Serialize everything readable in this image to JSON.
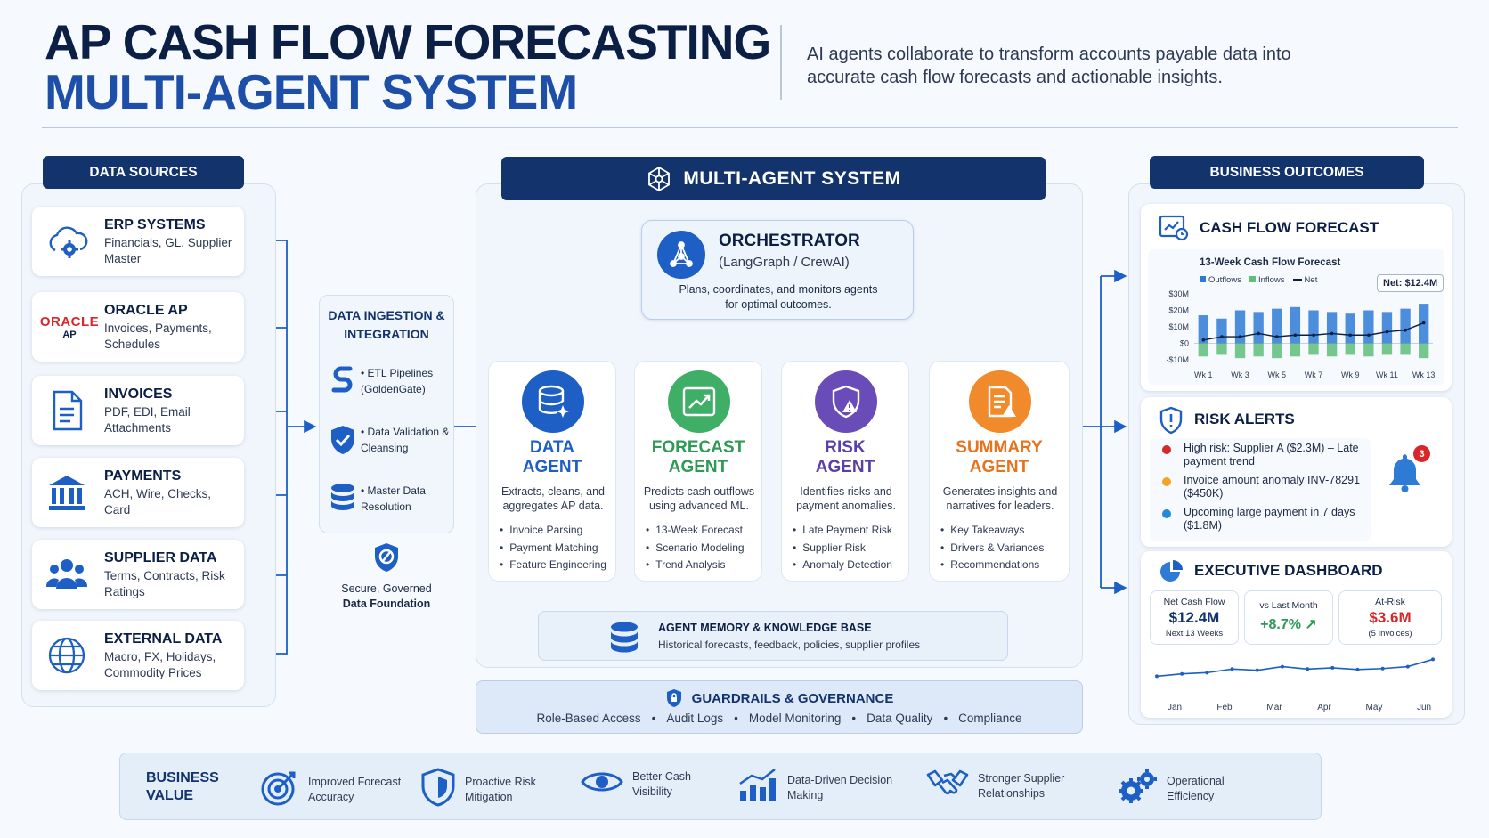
{
  "header": {
    "title_line1": "AP CASH FLOW FORECASTING",
    "title_line2": "MULTI-AGENT SYSTEM",
    "subtitle": "AI agents collaborate to transform accounts payable data into accurate cash flow forecasts and actionable insights."
  },
  "data_sources": {
    "title": "DATA SOURCES",
    "items": [
      {
        "title": "ERP SYSTEMS",
        "desc": "Financials, GL, Supplier Master",
        "icon": "cloud-gear-icon"
      },
      {
        "title": "ORACLE AP",
        "desc": "Invoices, Payments, Schedules",
        "icon": "oracle-logo",
        "logo_text": "ORACLE",
        "logo_sub": "AP"
      },
      {
        "title": "INVOICES",
        "desc": "PDF, EDI, Email Attachments",
        "icon": "document-icon"
      },
      {
        "title": "PAYMENTS",
        "desc": "ACH, Wire, Checks, Card",
        "icon": "bank-icon"
      },
      {
        "title": "SUPPLIER DATA",
        "desc": "Terms, Contracts, Risk Ratings",
        "icon": "users-icon"
      },
      {
        "title": "EXTERNAL DATA",
        "desc": "Macro, FX, Holidays, Commodity Prices",
        "icon": "globe-icon"
      }
    ]
  },
  "ingestion": {
    "title": "DATA INGESTION & INTEGRATION",
    "items": [
      "ETL Pipelines (GoldenGate)",
      "Data Validation & Cleansing",
      "Master Data Resolution"
    ],
    "footer": "Secure, Governed",
    "footer_bold": "Data Foundation"
  },
  "mas": {
    "title": "MULTI-AGENT SYSTEM"
  },
  "orchestrator": {
    "title": "ORCHESTRATOR",
    "subtitle": "(LangGraph / CrewAI)",
    "desc": "Plans, coordinates, and monitors agents for optimal outcomes."
  },
  "agents": [
    {
      "name_line1": "DATA",
      "name_line2": "AGENT",
      "desc": "Extracts, cleans, and aggregates AP data.",
      "items": [
        "Invoice Parsing",
        "Payment Matching",
        "Feature Engineering"
      ],
      "color": "#1d5fc4"
    },
    {
      "name_line1": "FORECAST",
      "name_line2": "AGENT",
      "desc": "Predicts cash outflows using advanced ML.",
      "items": [
        "13-Week Forecast",
        "Scenario Modeling",
        "Trend Analysis"
      ],
      "color": "#2e9a55"
    },
    {
      "name_line1": "RISK",
      "name_line2": "AGENT",
      "desc": "Identifies risks and payment anomalies.",
      "items": [
        "Late Payment Risk",
        "Supplier Risk",
        "Anomaly Detection"
      ],
      "color": "#5a3fa8"
    },
    {
      "name_line1": "SUMMARY",
      "name_line2": "AGENT",
      "desc": "Generates insights and narratives for leaders.",
      "items": [
        "Key Takeaways",
        "Drivers & Variances",
        "Recommendations"
      ],
      "color": "#e6731e"
    }
  ],
  "memory": {
    "title": "AGENT MEMORY & KNOWLEDGE BASE",
    "desc": "Historical forecasts, feedback, policies, supplier profiles"
  },
  "guardrails": {
    "title": "GUARDRAILS & GOVERNANCE",
    "items": [
      "Role-Based Access",
      "Audit Logs",
      "Model Monitoring",
      "Data Quality",
      "Compliance"
    ]
  },
  "outcomes": {
    "title": "BUSINESS OUTCOMES"
  },
  "cash_flow": {
    "title": "CASH FLOW FORECAST",
    "chart_title": "13-Week Cash Flow Forecast",
    "legend": [
      "Outflows",
      "Inflows",
      "Net"
    ],
    "callout": "Net: $12.4M",
    "yticks": [
      "$30M",
      "$20M",
      "$10M",
      "$0",
      "-$10M"
    ],
    "xticks": [
      "Wk 1",
      "Wk 3",
      "Wk 5",
      "Wk 7",
      "Wk 9",
      "Wk 11",
      "Wk 13"
    ]
  },
  "chart_data": [
    {
      "type": "bar",
      "title": "13-Week Cash Flow Forecast",
      "categories": [
        "Wk 1",
        "Wk 2",
        "Wk 3",
        "Wk 4",
        "Wk 5",
        "Wk 6",
        "Wk 7",
        "Wk 8",
        "Wk 9",
        "Wk 10",
        "Wk 11",
        "Wk 12",
        "Wk 13"
      ],
      "series": [
        {
          "name": "Outflows",
          "values": [
            17,
            15,
            20,
            19,
            21,
            22,
            20,
            19,
            18,
            20,
            19,
            21,
            24
          ]
        },
        {
          "name": "Inflows",
          "values": [
            -8,
            -7,
            -9,
            -8,
            -9,
            -8,
            -7,
            -8,
            -7,
            -8,
            -7,
            -7,
            -9
          ]
        },
        {
          "name": "Net",
          "values": [
            2,
            4,
            4,
            6,
            4,
            5,
            5,
            6,
            5,
            5,
            7,
            8,
            12.4
          ]
        }
      ],
      "ylim": [
        -10,
        30
      ],
      "yticks": [
        "$30M",
        "$20M",
        "$10M",
        "$0",
        "-$10M"
      ],
      "legend": "top-left"
    },
    {
      "type": "line",
      "categories": [
        "Jan",
        "Feb",
        "Mar",
        "Apr",
        "May",
        "Jun"
      ],
      "values": [
        5,
        6,
        6.5,
        8,
        7.5,
        9,
        8,
        8.5,
        7.8,
        8.2,
        9,
        12
      ]
    }
  ],
  "risk_alerts": {
    "title": "RISK ALERTS",
    "badge": "3",
    "items": [
      {
        "text": "High risk: Supplier A ($2.3M) – Late payment trend",
        "color": "#d9262b"
      },
      {
        "text": "Invoice amount anomaly INV-78291 ($450K)",
        "color": "#f2a524"
      },
      {
        "text": "Upcoming large payment in 7 days ($1.8M)",
        "color": "#2389db"
      }
    ]
  },
  "dashboard": {
    "title": "EXECUTIVE DASHBOARD",
    "kpis": [
      {
        "label": "Net Cash Flow",
        "value": "$12.4M",
        "sub": "Next 13 Weeks",
        "color": "#12336b"
      },
      {
        "label": "vs Last Month",
        "value": "+8.7% ↗",
        "sub": "",
        "color": "#2e9a55"
      },
      {
        "label": "At-Risk",
        "value": "$3.6M",
        "sub": "(5 Invoices)",
        "color": "#d9262b"
      }
    ],
    "months": [
      "Jan",
      "Feb",
      "Mar",
      "Apr",
      "May",
      "Jun"
    ]
  },
  "business_value": {
    "title": "BUSINESS VALUE",
    "items": [
      {
        "label": "Improved Forecast Accuracy",
        "icon": "target-icon"
      },
      {
        "label": "Proactive Risk Mitigation",
        "icon": "shield-icon"
      },
      {
        "label": "Better Cash Visibility",
        "icon": "eye-icon"
      },
      {
        "label": "Data-Driven Decision Making",
        "icon": "bar-chart-icon"
      },
      {
        "label": "Stronger Supplier Relationships",
        "icon": "handshake-icon"
      },
      {
        "label": "Operational Efficiency",
        "icon": "gears-icon"
      }
    ]
  }
}
